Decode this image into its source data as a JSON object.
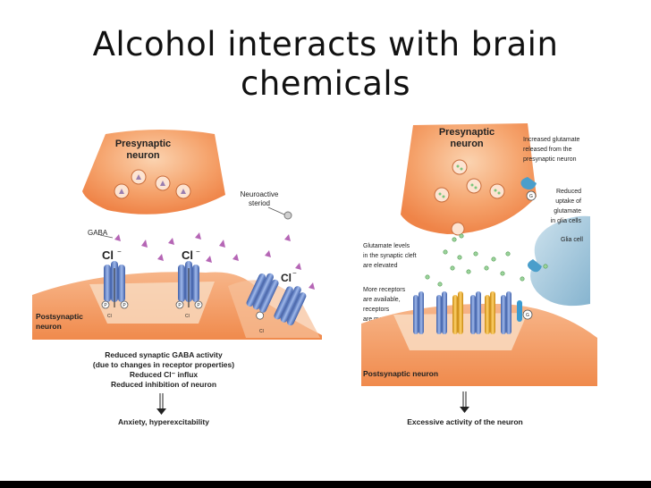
{
  "title": {
    "line1": "Alcohol interacts with brain",
    "line2": "chemicals"
  },
  "left_panel": {
    "presynaptic_label_line1": "Presynaptic",
    "presynaptic_label_line2": "neuron",
    "neuroactive_line1": "Neuroactive",
    "neuroactive_line2": "steriod",
    "gaba_label": "GABA",
    "cl_label": "Cl",
    "cl_superscript": "−",
    "p_label": "P",
    "postsynaptic_line1": "Postsynaptic",
    "postsynaptic_line2": "neuron",
    "caption_line1": "Reduced synaptic GABA activity",
    "caption_line2": "(due to changes in receptor properties)",
    "caption_line3": "Reduced Cl⁻ influx",
    "caption_line4": "Reduced inhibition of neuron",
    "outcome": "Anxiety, hyperexcitability"
  },
  "right_panel": {
    "presynaptic_line1": "Presynaptic",
    "presynaptic_line2": "neuron",
    "glutamate_release_line1": "Increased glutamate",
    "glutamate_release_line2": "released from the",
    "glutamate_release_line3": "presynaptic neuron",
    "uptake_line1": "Reduced",
    "uptake_line2": "uptake of",
    "uptake_line3": "glutamate",
    "uptake_line4": "in glia cells",
    "glia_label": "Glia cell",
    "levels_line1": "Glutamate levels",
    "levels_line2": "in the synaptic cleft",
    "levels_line3": "are elevated",
    "receptors_line1": "More receptors",
    "receptors_line2": "are available,",
    "receptors_line3": "receptors",
    "receptors_line4": "are more active",
    "postsynaptic_label": "Postsynaptic neuron",
    "g_label": "G",
    "outcome": "Excessive activity of the neuron"
  },
  "colors": {
    "neuron_orange": "#f4955a",
    "neuron_light": "#f9c9a2",
    "receptor_blue": "#6f8fd0",
    "receptor_yellow": "#f2b233",
    "gaba_purple": "#b566b5",
    "glia_blue": "#9fc7dc",
    "glutamate_green": "#7cc67c"
  }
}
